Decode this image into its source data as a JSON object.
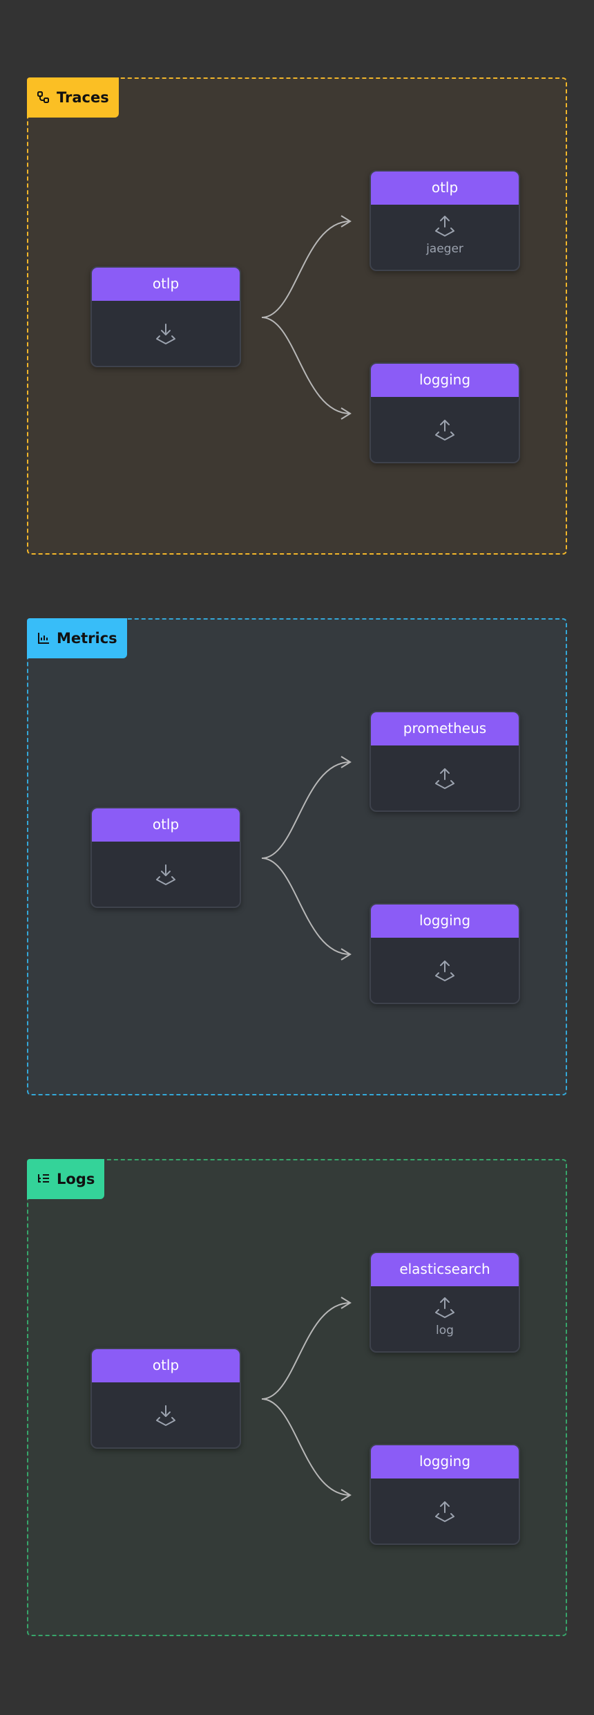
{
  "pipelines": [
    {
      "name": "Traces",
      "color": "#fbbf24",
      "icon": "trace-nodes-icon",
      "receiver": {
        "label": "otlp",
        "icon": "receiver-download-icon"
      },
      "exporters": [
        {
          "label": "otlp",
          "sublabel": "jaeger",
          "icon": "exporter-upload-icon"
        },
        {
          "label": "logging",
          "sublabel": "",
          "icon": "exporter-upload-icon"
        }
      ]
    },
    {
      "name": "Metrics",
      "color": "#38bdf8",
      "icon": "bar-chart-icon",
      "receiver": {
        "label": "otlp",
        "icon": "receiver-download-icon"
      },
      "exporters": [
        {
          "label": "prometheus",
          "sublabel": "",
          "icon": "exporter-upload-icon"
        },
        {
          "label": "logging",
          "sublabel": "",
          "icon": "exporter-upload-icon"
        }
      ]
    },
    {
      "name": "Logs",
      "color": "#34d399",
      "icon": "list-tree-icon",
      "receiver": {
        "label": "otlp",
        "icon": "receiver-download-icon"
      },
      "exporters": [
        {
          "label": "elasticsearch",
          "sublabel": "log",
          "icon": "exporter-upload-icon"
        },
        {
          "label": "logging",
          "sublabel": "",
          "icon": "exporter-upload-icon"
        }
      ]
    }
  ],
  "node_header_color": "#8b5cf6"
}
